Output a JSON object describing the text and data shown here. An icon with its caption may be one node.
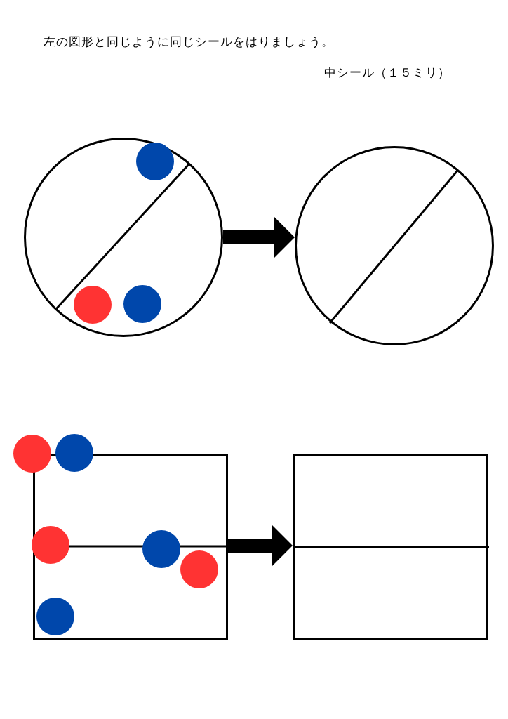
{
  "diagram": {
    "title": "左の図形と同じように同じシールをはりましょう。",
    "nodes": [
      {
        "text": [],
        "shape": "circle"
      },
      {
        "text": [],
        "shape": "circle"
      },
      {
        "text": [],
        "shape": "box"
      },
      {
        "text": [],
        "shape": "box"
      }
    ],
    "edges": [
      {
        "from": 0,
        "to": 1,
        "arrow": "to"
      },
      {
        "from": 2,
        "to": 3,
        "arrow": "to"
      }
    ],
    "labels": [
      "中シール（１５ミリ）"
    ]
  }
}
